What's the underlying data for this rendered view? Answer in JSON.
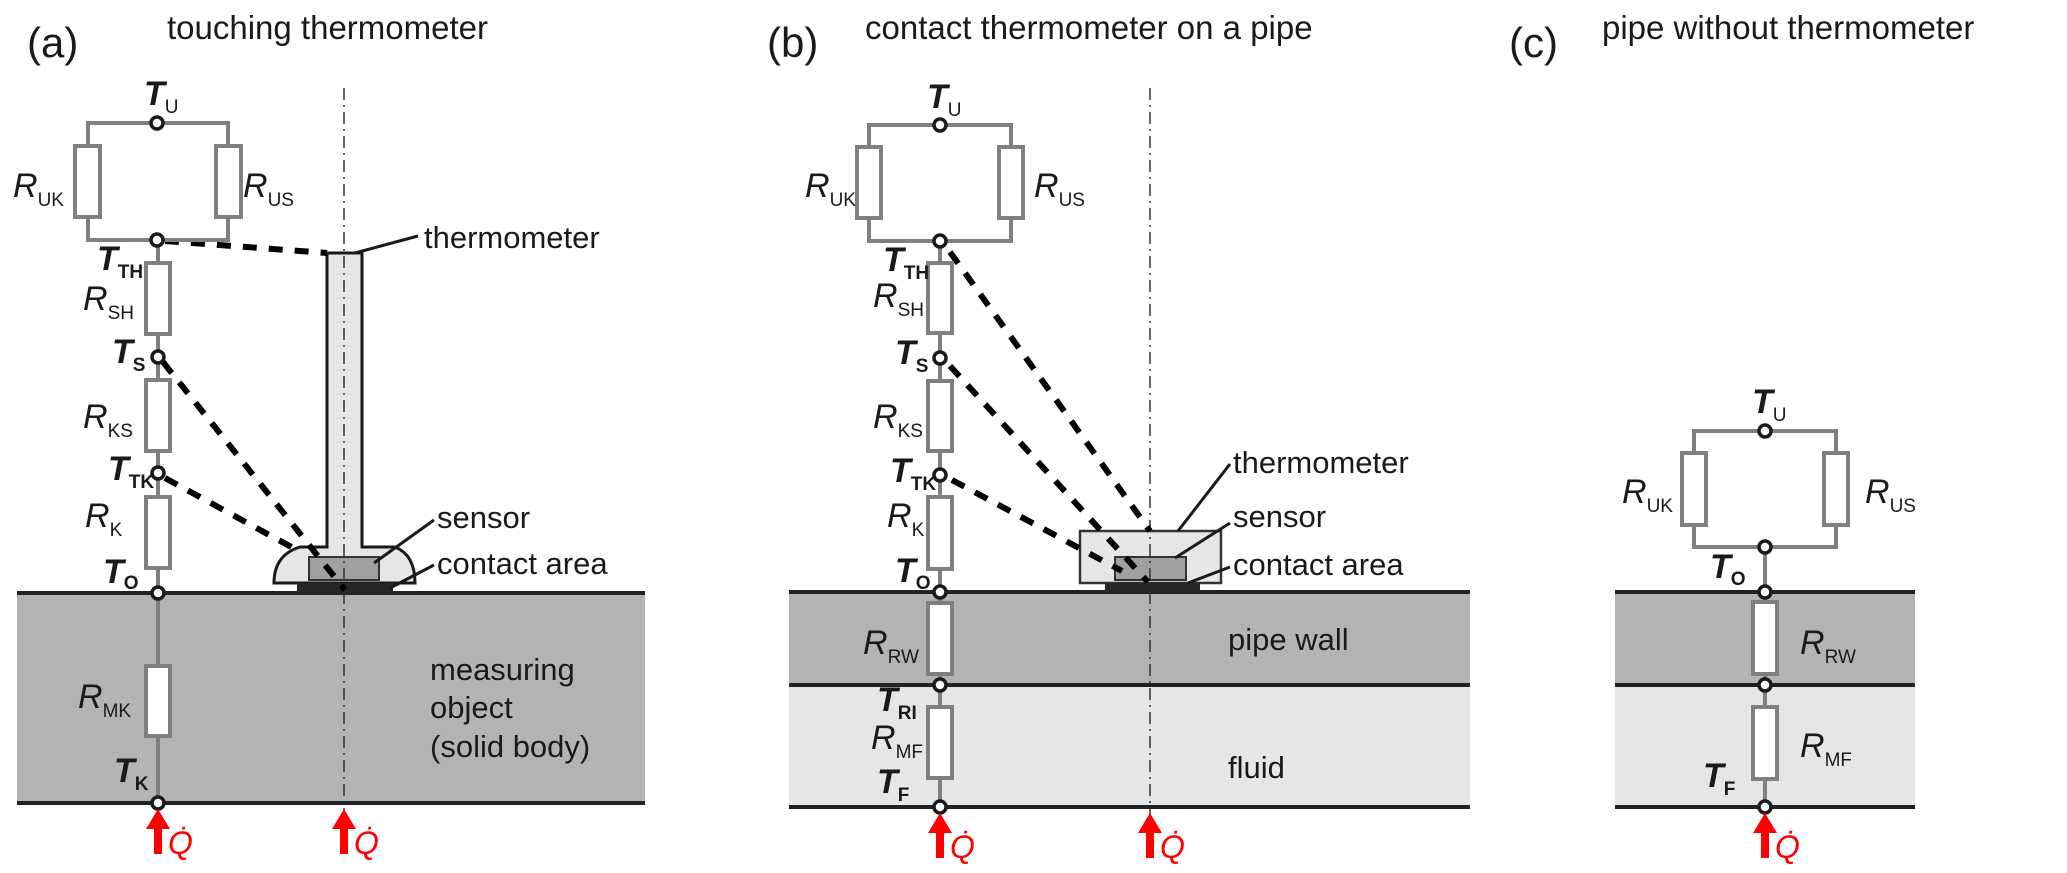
{
  "panels": {
    "a": {
      "label": "(a)",
      "title": "touching thermometer",
      "annotations": {
        "thermometer": "thermometer",
        "sensor": "sensor",
        "contact_area": "contact area",
        "body_line1": "measuring",
        "body_line2": "object",
        "body_line3": "(solid body)"
      },
      "nodes": [
        {
          "symbol": "T",
          "sub": "U"
        },
        {
          "symbol": "T",
          "sub": "TH"
        },
        {
          "symbol": "T",
          "sub": "S"
        },
        {
          "symbol": "T",
          "sub": "TK"
        },
        {
          "symbol": "T",
          "sub": "O"
        },
        {
          "symbol": "T",
          "sub": "K"
        }
      ],
      "resistors": [
        {
          "symbol": "R",
          "sub": "UK"
        },
        {
          "symbol": "R",
          "sub": "US"
        },
        {
          "symbol": "R",
          "sub": "SH"
        },
        {
          "symbol": "R",
          "sub": "KS"
        },
        {
          "symbol": "R",
          "sub": "K"
        },
        {
          "symbol": "R",
          "sub": "MK"
        }
      ],
      "heat_flow": "Q̇"
    },
    "b": {
      "label": "(b)",
      "title": "contact thermometer on a pipe",
      "annotations": {
        "thermometer": "thermometer",
        "sensor": "sensor",
        "contact_area": "contact area",
        "pipe_wall": "pipe wall",
        "fluid": "fluid"
      },
      "nodes": [
        {
          "symbol": "T",
          "sub": "U"
        },
        {
          "symbol": "T",
          "sub": "TH"
        },
        {
          "symbol": "T",
          "sub": "S"
        },
        {
          "symbol": "T",
          "sub": "TK"
        },
        {
          "symbol": "T",
          "sub": "O"
        },
        {
          "symbol": "T",
          "sub": "RI"
        },
        {
          "symbol": "T",
          "sub": "F"
        }
      ],
      "resistors": [
        {
          "symbol": "R",
          "sub": "UK"
        },
        {
          "symbol": "R",
          "sub": "US"
        },
        {
          "symbol": "R",
          "sub": "SH"
        },
        {
          "symbol": "R",
          "sub": "KS"
        },
        {
          "symbol": "R",
          "sub": "K"
        },
        {
          "symbol": "R",
          "sub": "RW"
        },
        {
          "symbol": "R",
          "sub": "MF"
        }
      ],
      "heat_flow": "Q̇"
    },
    "c": {
      "label": "(c)",
      "title": "pipe without thermometer",
      "nodes": [
        {
          "symbol": "T",
          "sub": "U"
        },
        {
          "symbol": "T",
          "sub": "O"
        },
        {
          "symbol": "T",
          "sub": "F"
        }
      ],
      "resistors": [
        {
          "symbol": "R",
          "sub": "UK"
        },
        {
          "symbol": "R",
          "sub": "US"
        },
        {
          "symbol": "R",
          "sub": "RW"
        },
        {
          "symbol": "R",
          "sub": "MF"
        }
      ],
      "heat_flow": "Q̇"
    }
  },
  "colors": {
    "solid_body": "#b3b3b3",
    "pipe_wall": "#b3b3b3",
    "fluid": "#e6e6e6",
    "thermometer_body": "#e6e6e6",
    "sensor": "#a0a0a0",
    "contact_area": "#262626",
    "resistor_wire": "#7f7f7f",
    "heat_flow": "#ff0000"
  }
}
